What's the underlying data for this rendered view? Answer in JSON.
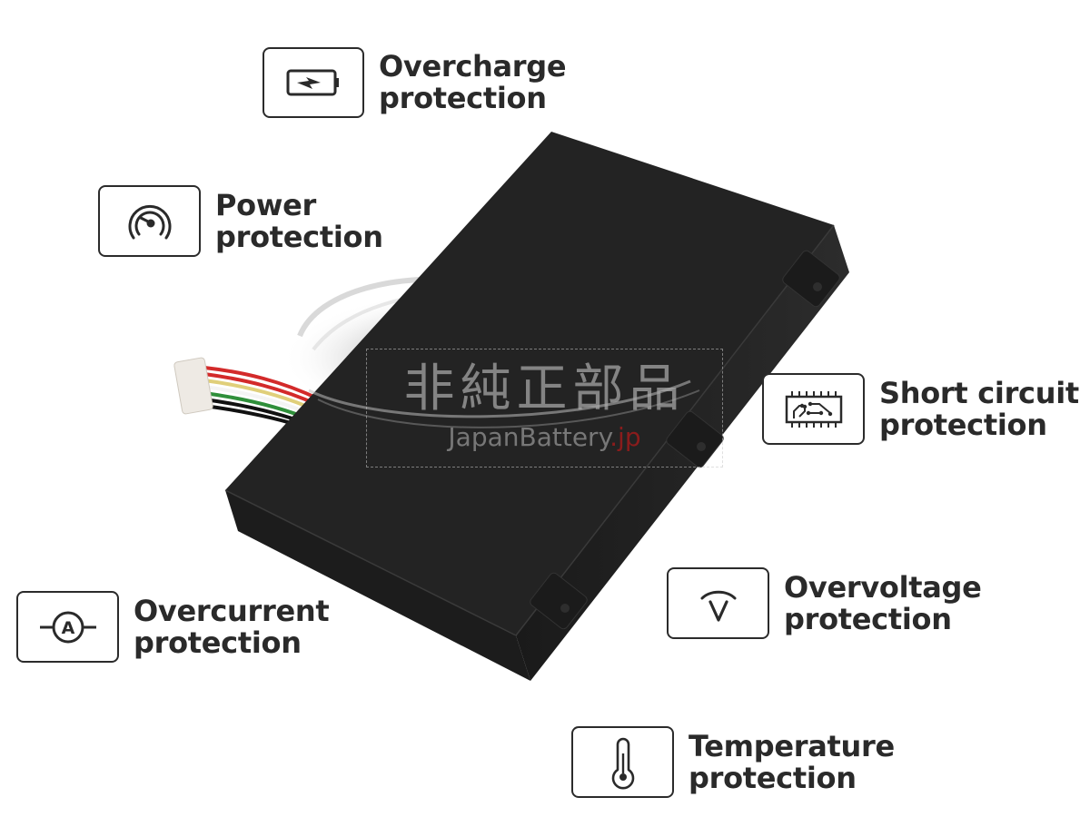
{
  "features": [
    {
      "id": "overcharge",
      "icon": "battery-charge-icon",
      "line1": "Overcharge",
      "line2": "protection"
    },
    {
      "id": "power",
      "icon": "gauge-icon",
      "line1": "Power",
      "line2": "protection"
    },
    {
      "id": "short_circuit",
      "icon": "circuit-chip-icon",
      "line1": "Short circuit",
      "line2": "protection"
    },
    {
      "id": "overcurrent",
      "icon": "ammeter-icon",
      "line1": "Overcurrent",
      "line2": "protection"
    },
    {
      "id": "overvoltage",
      "icon": "voltmeter-icon",
      "line1": "Overvoltage",
      "line2": "protection"
    },
    {
      "id": "temperature",
      "icon": "thermometer-icon",
      "line1": "Temperature",
      "line2": "protection"
    }
  ],
  "watermark": {
    "cjk": "非純正部品",
    "site": "JapanBattery",
    "tld": ".jp"
  },
  "colors": {
    "text": "#2a2a2a",
    "battery": "#232323",
    "watermark_tld": "#8a1c1c"
  }
}
